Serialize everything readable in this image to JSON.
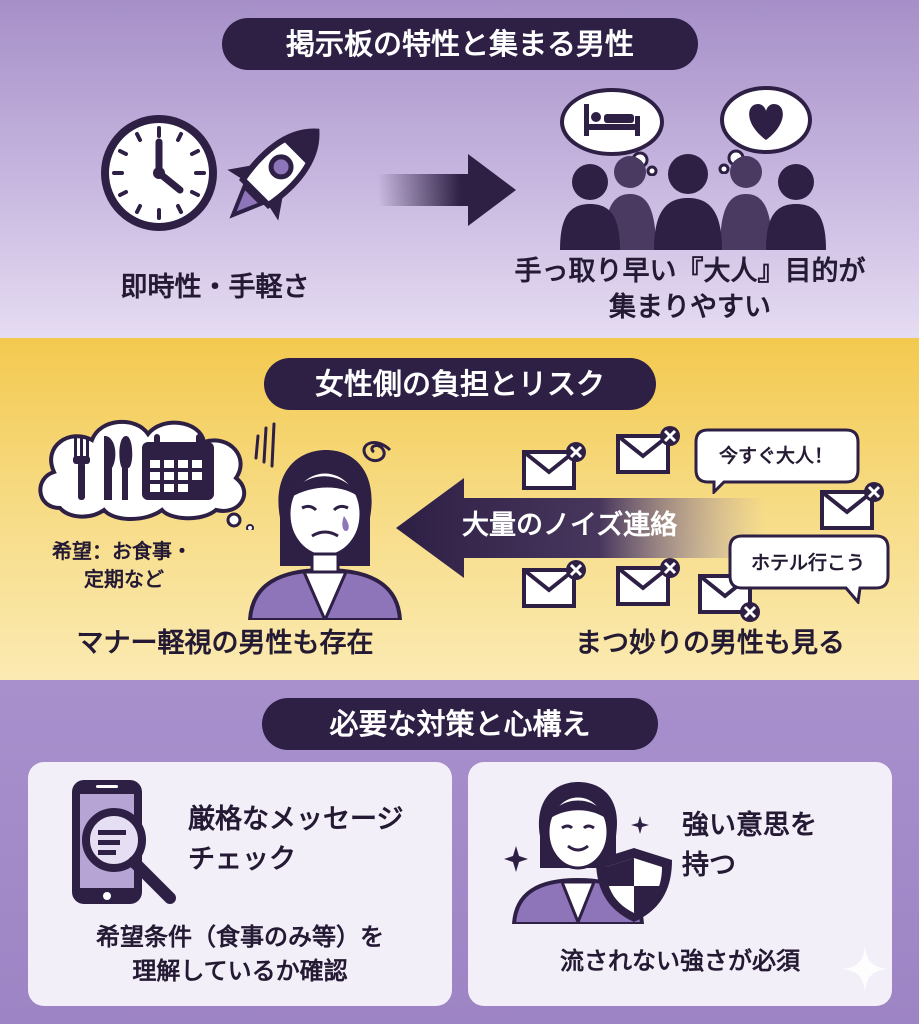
{
  "section1": {
    "title": "掲示板の特性と集まる男性",
    "left_label": "即時性・手軽さ",
    "right_label_line1": "手っ取り早い『大人』目的が",
    "right_label_line2": "集まりやすい"
  },
  "section2": {
    "title": "女性側の負担とリスク",
    "wish_line1": "希望：お食事・",
    "wish_line2": "定期など",
    "arrow_label": "大量のノイズ連絡",
    "bubble1": "今すぐ大人！",
    "bubble2": "ホテル行こう",
    "left_caption": "マナー軽視の男性も存在",
    "right_caption": "まつ妙りの男性も見る"
  },
  "section3": {
    "title": "必要な対策と心構え",
    "card1_title_line1": "厳格なメッセージ",
    "card1_title_line2": "チェック",
    "card1_desc_line1": "希望条件（食事のみ等）を",
    "card1_desc_line2": "理解しているか確認",
    "card2_title_line1": "強い意思を",
    "card2_title_line2": "持つ",
    "card2_desc": "流されない強さが必須"
  },
  "colors": {
    "dark": "#2e1f45",
    "purple": "#7c62a8",
    "light_purple": "#c7b6e2",
    "yellow": "#f3c94f"
  }
}
